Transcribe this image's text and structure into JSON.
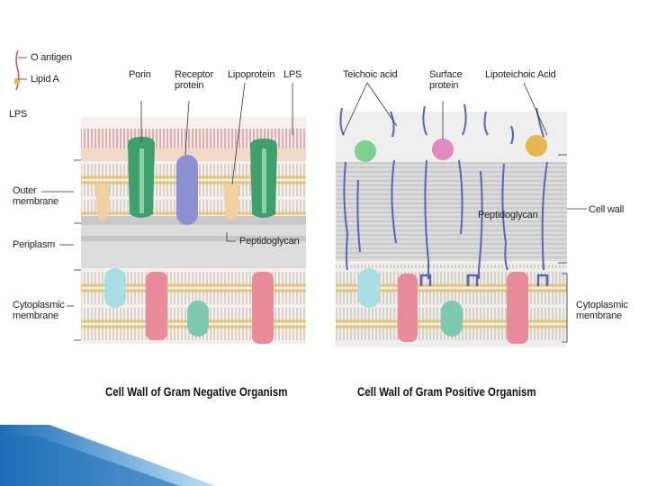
{
  "left_panel": {
    "lps_legend": {
      "o_antigen": "O antigen",
      "lipid_a": "Lipid A",
      "lps": "LPS"
    },
    "side_labels": {
      "outer_membrane": "Outer\nmembrane",
      "periplasm": "Periplasm",
      "cytoplasmic_membrane": "Cytoplasmic\nmembrane"
    },
    "top_labels": {
      "porin": "Porin",
      "receptor_protein": "Receptor\nprotein",
      "lipoprotein": "Lipoprotein",
      "lps": "LPS"
    },
    "peptidoglycan": "Peptidoglycan",
    "caption": "Cell Wall of Gram Negative Organism"
  },
  "right_panel": {
    "top_labels": {
      "teichoic_acid": "Teichoic acid",
      "surface_protein": "Surface\nprotein",
      "lipoteichoic_acid": "Lipoteichoic Acid"
    },
    "peptidoglycan": "Peptidoglycan",
    "side_labels": {
      "cell_wall": "Cell wall",
      "cytoplasmic_membrane": "Cytoplasmic\nmembrane"
    },
    "caption": "Cell Wall of Gram Positive Organism"
  },
  "colors": {
    "porin": "#3f9e6e",
    "receptor": "#8c8fd0",
    "lipoprotein": "#f2cf9e",
    "protein_pink": "#e88a9a",
    "protein_blue": "#a8dde3",
    "protein_teal": "#7ec8b0",
    "lps_fringe": "#e8a7a9",
    "teichoic": "#5a63b8",
    "accent_blue": "#1e6fb8"
  }
}
